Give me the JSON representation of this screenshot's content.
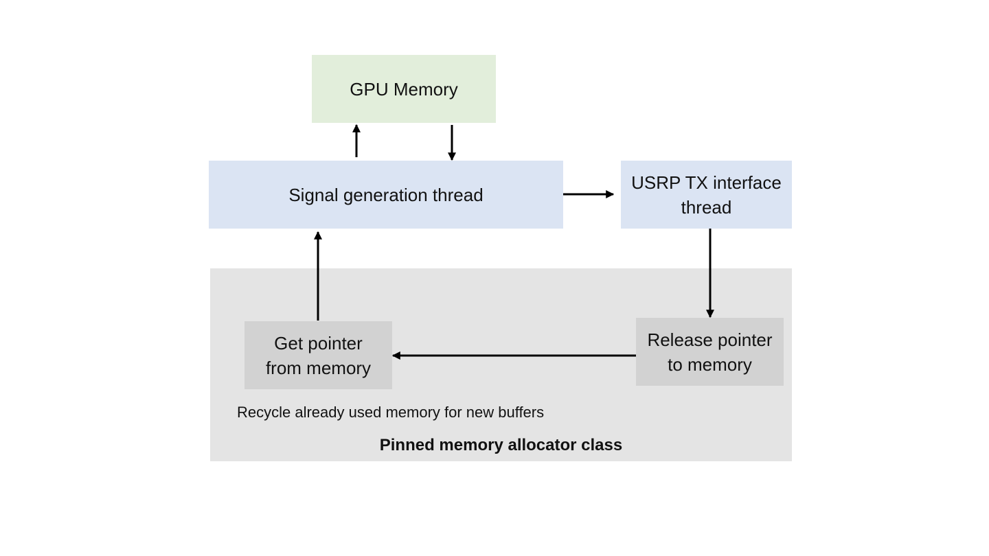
{
  "nodes": {
    "gpu_memory": "GPU Memory",
    "signal_generation": "Signal generation thread",
    "usrp_tx": "USRP TX interface\nthread",
    "get_pointer": "Get pointer\nfrom memory",
    "release_pointer": "Release pointer\nto memory"
  },
  "allocator": {
    "note": "Recycle already used memory for new buffers",
    "title": "Pinned memory allocator class"
  },
  "colors": {
    "gpu_fill": "#e2eedb",
    "thread_fill": "#dbe4f3",
    "allocator_fill": "#e4e4e4",
    "pointer_fill": "#d2d2d2",
    "arrow": "#000000"
  }
}
